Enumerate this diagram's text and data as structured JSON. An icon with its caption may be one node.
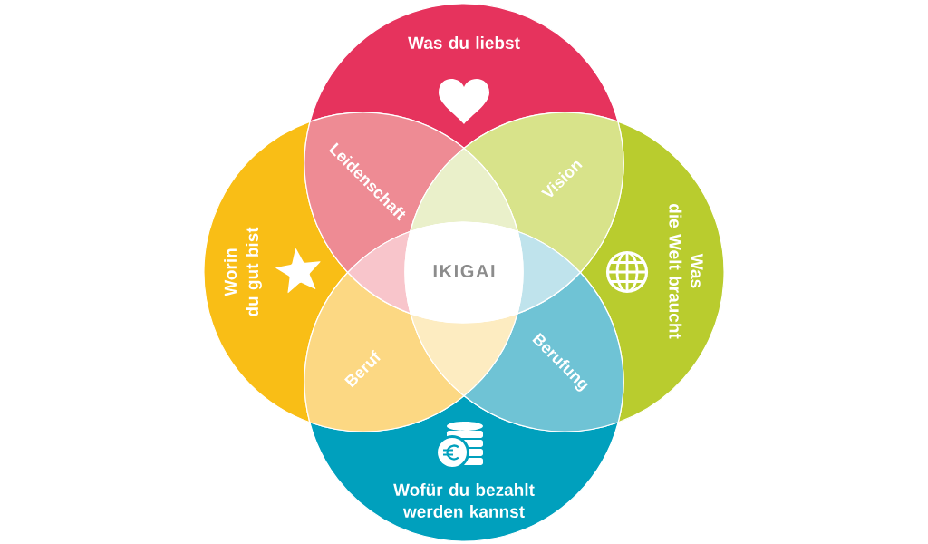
{
  "diagram": {
    "nodes": [
      {
        "text": [
          "Was du liebst"
        ]
      },
      {
        "text": [
          "Leidenschaft"
        ]
      },
      {
        "text": [],
        "shape": "lens"
      },
      {
        "text": [
          "Vision"
        ]
      },
      {
        "text": [
          "Worin du gut bist"
        ]
      },
      {
        "text": [],
        "shape": "lens"
      },
      {
        "text": [
          "IKIGAI"
        ]
      },
      {
        "text": [],
        "shape": "lens"
      },
      {
        "text": [
          "Was die Welt braucht"
        ]
      },
      {
        "text": [
          "Beruf"
        ]
      },
      {
        "text": [],
        "shape": "lens"
      },
      {
        "text": [
          "Berufung"
        ]
      },
      {
        "text": [
          "Wofür du bezahlt werden kannst"
        ]
      }
    ]
  }
}
